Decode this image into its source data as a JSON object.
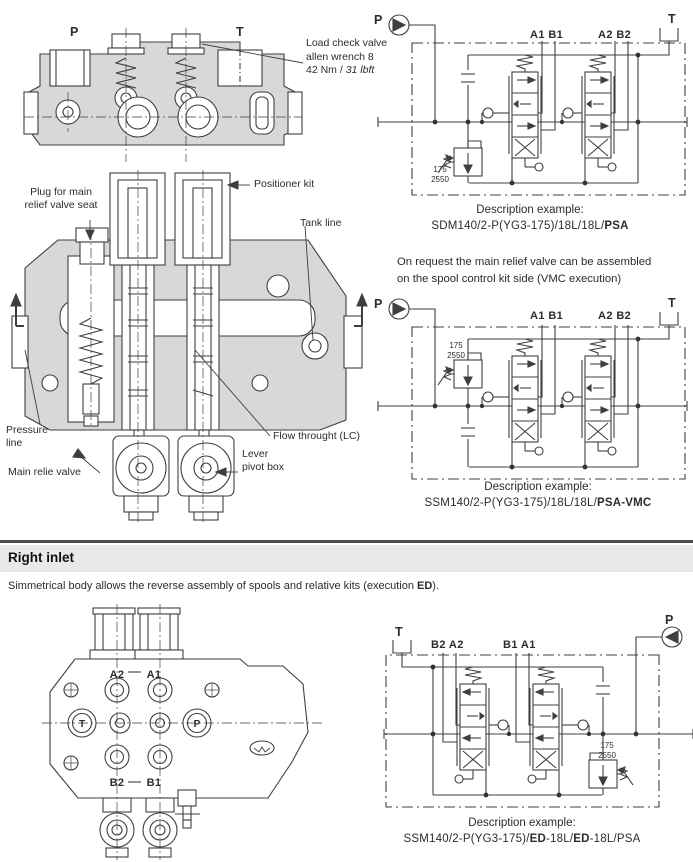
{
  "colors": {
    "line": "#3f3f3f",
    "body_fill": "#d8d8d8",
    "band_bg": "#e9e9e9",
    "rule": "#4d4d4d"
  },
  "drawing_top": {
    "label_p": "P",
    "label_t": "T"
  },
  "annotation_load_check": {
    "line1": "Load check valve",
    "line2": "allen wrench 8",
    "line3_prefix": "42 Nm / ",
    "line3_italic": "31 lbft"
  },
  "drawing_mid": {
    "callout_plug_line1": "Plug for main",
    "callout_plug_line2": "relief valve seat",
    "callout_positioner": "Positioner kit",
    "callout_tank": "Tank line",
    "callout_flow": "Flow throught (LC)",
    "callout_pressure_line1": "Pressure",
    "callout_pressure_line2": "line",
    "callout_main_relief": "Main relie valve",
    "callout_lever_line1": "Lever",
    "callout_lever_line2": "pivot box"
  },
  "schematic1": {
    "pump": "P",
    "tank": "T",
    "ports_left": "A1 B1",
    "ports_right": "A2 B2",
    "relief_value_line1": "175",
    "relief_value_line2": "2550",
    "caption_label": "Description example:",
    "code_normal": "SDM140/2-P(YG3-175)/18L/18L/",
    "code_bold": "PSA"
  },
  "note_vmc": {
    "line1": "On request the main relief valve can be assembled",
    "line2": "on the spool control kit side (VMC execution)"
  },
  "schematic2": {
    "pump": "P",
    "tank": "T",
    "ports_left": "A1 B1",
    "ports_right": "A2 B2",
    "relief_value_line1": "175",
    "relief_value_line2": "2550",
    "caption_label": "Description example:",
    "code_normal": "SSM140/2-P(YG3-175)/18L/18L/",
    "code_bold": "PSA-VMC"
  },
  "section_right_inlet": {
    "heading": "Right inlet",
    "body_prefix": "Simmetrical body allows the reverse assembly of spools and relative kits (execution ",
    "body_bold": "ED",
    "body_suffix": ")."
  },
  "drawing_bottom": {
    "port_a2": "A2",
    "port_a1": "A1",
    "port_t": "T",
    "port_p": "P",
    "port_b2": "B2",
    "port_b1": "B1"
  },
  "schematic3": {
    "pump": "P",
    "tank": "T",
    "ports_left": "B2 A2",
    "ports_right": "B1 A1",
    "relief_value_line1": "175",
    "relief_value_line2": "2550",
    "caption_label": "Description example:",
    "code": {
      "p1": "SSM140/2-P(YG3-175)/",
      "b1": "ED",
      "p2": "-18L/",
      "b2": "ED",
      "p3": "-18L/PSA"
    }
  }
}
